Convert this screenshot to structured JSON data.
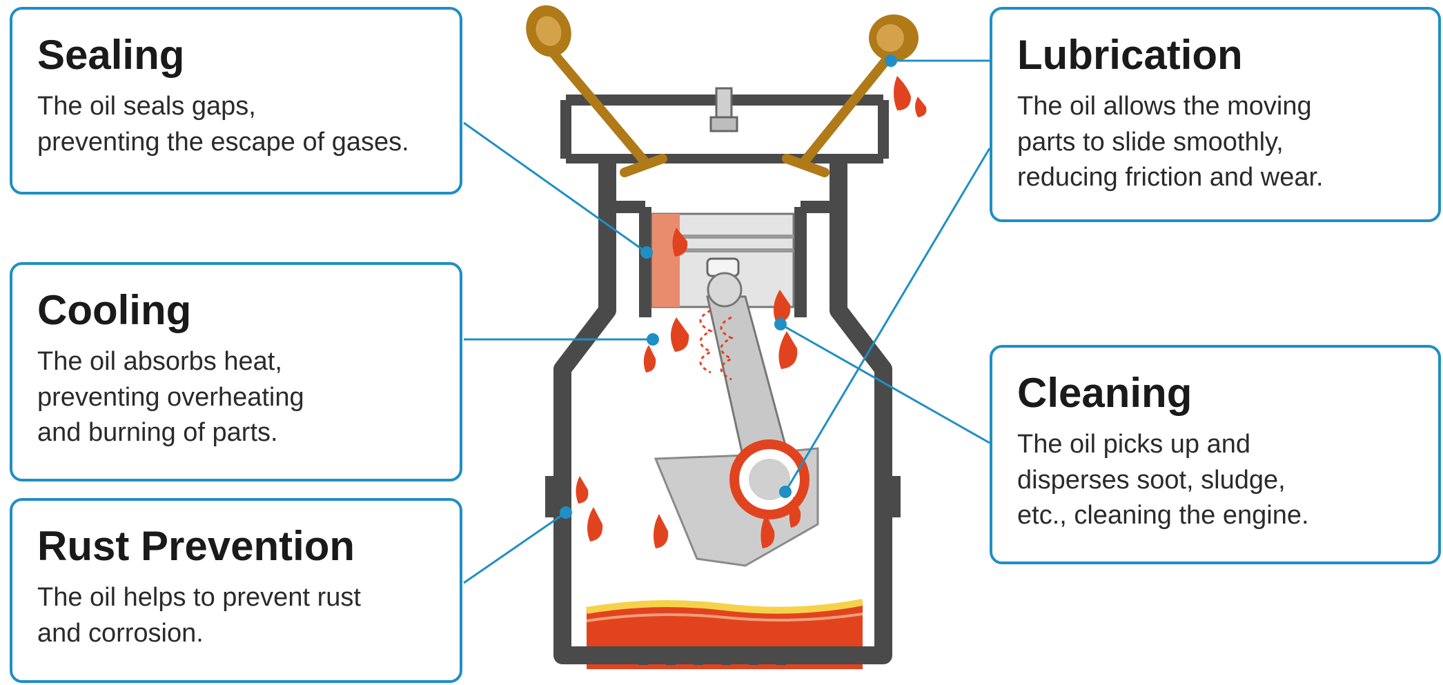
{
  "callouts": {
    "sealing": {
      "title": "Sealing",
      "body": "The oil seals gaps,\npreventing the escape of gases."
    },
    "cooling": {
      "title": "Cooling",
      "body": "The oil absorbs heat,\npreventing overheating\nand burning of parts."
    },
    "rust": {
      "title": "Rust Prevention",
      "body": "The oil helps to prevent rust\nand corrosion."
    },
    "lubrication": {
      "title": "Lubrication",
      "body": "The oil allows the moving\nparts to slide smoothly,\nreducing friction and wear."
    },
    "cleaning": {
      "title": "Cleaning",
      "body": "The oil picks up and\ndisperses soot, sludge,\netc., cleaning the engine."
    }
  },
  "colors": {
    "accent": "#1f8fc4",
    "engine_block": "#4a4a4a",
    "oil": "#e2431f",
    "valve": "#b07a18",
    "oil_pan_highlight": "#f6d24a"
  },
  "icons": [
    "engine-cutaway-icon",
    "intake-valve-icon",
    "exhaust-valve-icon",
    "spark-plug-icon",
    "piston-icon",
    "connecting-rod-icon",
    "crankshaft-icon",
    "oil-drop-icon",
    "oil-pan-icon"
  ]
}
